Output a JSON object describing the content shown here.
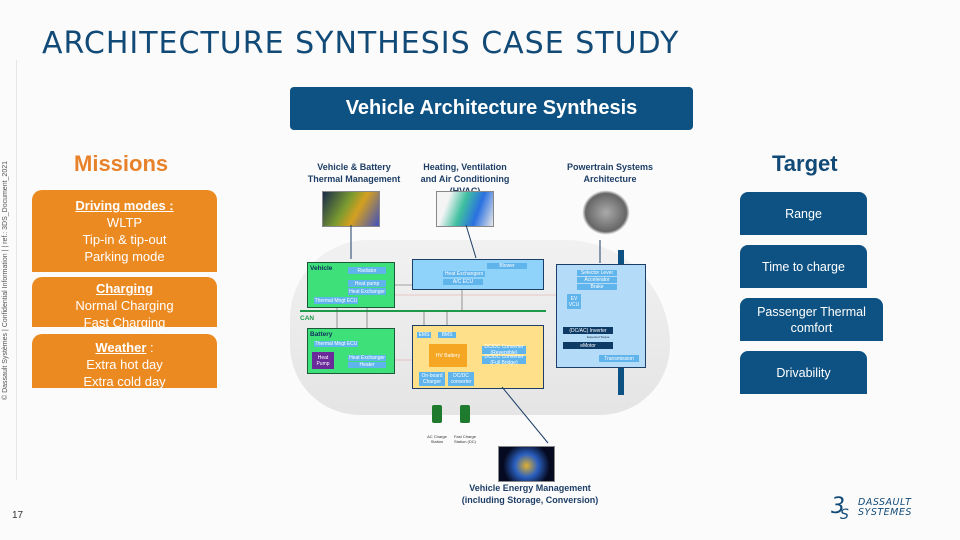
{
  "slide": {
    "title": "ARCHITECTURE SYNTHESIS CASE STUDY",
    "page_number": "17",
    "side_note": "© Dassault Systèmes | Confidential Information |        | ref.: 3DS_Document_2021",
    "banner": "Vehicle Architecture Synthesis"
  },
  "missions": {
    "heading": "Missions",
    "boxes": [
      {
        "title": "Driving modes :",
        "lines": [
          "WLTP",
          "Tip-in & tip-out",
          "Parking mode"
        ]
      },
      {
        "title": "Charging",
        "lines": [
          "Normal Charging",
          "Fast Charging"
        ]
      },
      {
        "title": "Weather",
        "suffix": " :",
        "lines": [
          "Extra hot day",
          "Extra cold day"
        ]
      }
    ]
  },
  "target": {
    "heading": "Target",
    "items": [
      "Range",
      "Time to charge",
      "Passenger Thermal comfort",
      "Drivability"
    ]
  },
  "diagram": {
    "captions": {
      "thermal": "Vehicle & Battery Thermal Management",
      "hvac": "Heating, Ventilation and Air Conditioning (HVAC)",
      "powertrain": "Powertrain Systems Architecture",
      "energy_line1": "Vehicle Energy Management",
      "energy_line2": "(including Storage, Conversion)"
    },
    "vehicle_block": {
      "label": "Vehicle",
      "items": [
        "Radiator",
        "Heat pump",
        "Heat Exchanger",
        "Thermal Mngt ECU"
      ]
    },
    "hvac_block": {
      "items": [
        "Blower",
        "Heat Exchangers",
        "A/C ECU"
      ]
    },
    "can_label": "CAN",
    "battery_block": {
      "label": "Battery",
      "items": [
        "Thermal Mngt ECU",
        "Heat Pump",
        "Heat Exchanger",
        "Heater"
      ]
    },
    "energy_block": {
      "items": [
        "EMS",
        "BMS",
        "HV Battery",
        "DC/DC Converter (Reversible)",
        "DC/DC Converter (Full Bridge)",
        "On-board Charger",
        "DC/DC converter"
      ]
    },
    "powertrain_block": {
      "items": [
        "Selector Lever",
        "Accelerator",
        "Brake",
        "EV VCU",
        "(DC/AC) Inverter",
        "Expected Torque",
        "eMotor",
        "Transmission"
      ]
    },
    "stations": [
      "AC Charge Station",
      "Fast Charge Station (DC)"
    ]
  },
  "colors": {
    "brand_blue": "#0e5283",
    "title_blue": "#124a77",
    "mission_orange": "#ec8a22",
    "vehicle_green": "#3ee07a",
    "hvac_blue": "#8fd3fb",
    "energy_yellow": "#ffe08a",
    "battery_orange": "#f5a623"
  },
  "logo": {
    "line1": "DASSAULT",
    "line2": "SYSTEMES"
  }
}
